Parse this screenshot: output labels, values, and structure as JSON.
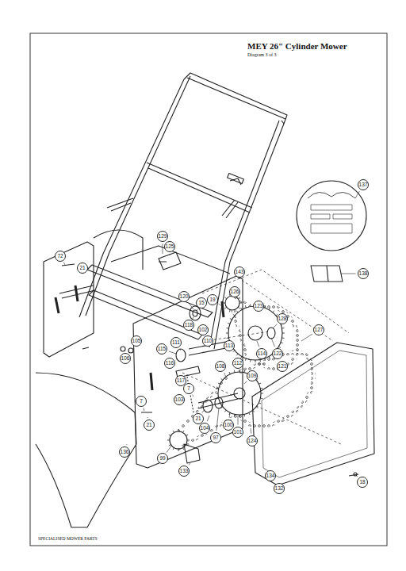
{
  "diagram": {
    "title": "MEY 26\" Cylinder Mower",
    "labels": [
      "Diagram 3 of 3",
      "SPECIALISED MOWER PARTS",
      "137",
      "138",
      "72",
      "21",
      "129",
      "125",
      "143",
      "15",
      "19",
      "120",
      "118",
      "126",
      "123",
      "110",
      "111",
      "115",
      "116",
      "117",
      "105",
      "106",
      "102",
      "113",
      "114",
      "112",
      "108",
      "109",
      "128",
      "127",
      "122",
      "121",
      "7",
      "21",
      "103",
      "104",
      "97",
      "100",
      "101",
      "7",
      "21",
      "99",
      "133",
      "134",
      "132",
      "18",
      "136",
      "124"
    ]
  }
}
